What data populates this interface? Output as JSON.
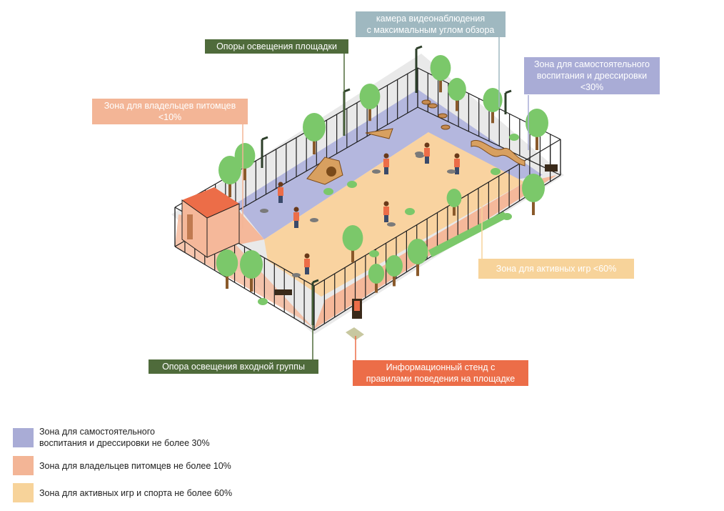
{
  "callouts": {
    "camera": "камера видеонаблюдения\nс максимальным углом обзора",
    "poles": "Опоры освещения площадки",
    "training_zone": "Зона для самостоятельного\nвоспитания и дрессировки\n<30%",
    "owners_zone": "Зона для владельцев питомцев\n<10%",
    "active_zone": "Зона для активных игр <60%",
    "entrance_light": "Опора освещения входной группы",
    "info_stand": "Информационный стенд с\nправилами поведения на площадке"
  },
  "legend": [
    {
      "label": "Зона для самостоятельного\nвоспитания и дрессировки не более 30%",
      "color": "#a9acd6"
    },
    {
      "label": "Зона для владельцев питомцев не более 10%",
      "color": "#f3b596"
    },
    {
      "label": "Зона для активных игр и спорта не более 60%",
      "color": "#f7d39a"
    }
  ],
  "colors": {
    "training": "#b4b7de",
    "owners": "#f5b89a",
    "active": "#f9d3a0",
    "fence": "#1e1e1e",
    "tree": "#7bc86a",
    "trunk": "#8a5a2b",
    "shelter_roof": "#ec6d48",
    "leader_line": "#4f6b3b"
  }
}
